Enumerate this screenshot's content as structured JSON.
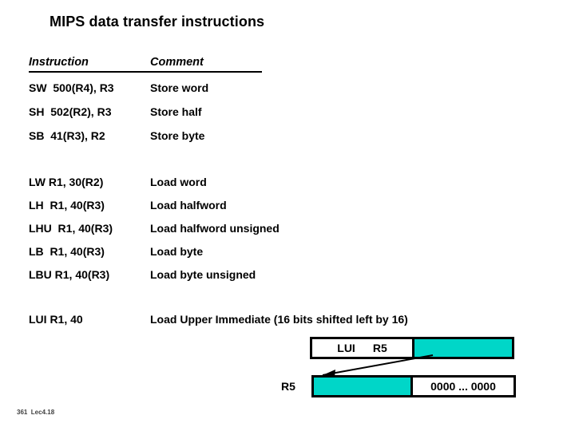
{
  "slide": {
    "title": "MIPS data transfer instructions",
    "footer": "361  Lec4.18"
  },
  "table": {
    "headers": {
      "instruction": "Instruction",
      "comment": "Comment"
    },
    "store_group": [
      {
        "instruction": "SW  500(R4), R3",
        "comment": "Store word"
      },
      {
        "instruction": "SH  502(R2), R3",
        "comment": "Store half"
      },
      {
        "instruction": "SB  41(R3), R2",
        "comment": "Store byte"
      }
    ],
    "load_group": [
      {
        "instruction": "LW R1, 30(R2)",
        "comment": "Load word"
      },
      {
        "instruction": "LH  R1, 40(R3)",
        "comment": "Load halfword"
      },
      {
        "instruction": "LHU  R1, 40(R3)",
        "comment": "Load halfword unsigned"
      },
      {
        "instruction": "LB  R1, 40(R3)",
        "comment": "Load byte"
      },
      {
        "instruction": "LBU R1, 40(R3)",
        "comment": "Load byte unsigned"
      }
    ],
    "lui_group": [
      {
        "instruction": "LUI R1, 40",
        "comment": "Load Upper Immediate (16 bits shifted left by 16)"
      }
    ]
  },
  "diagram": {
    "instruction_word": {
      "opcode_label": "LUI",
      "register_label": "R5",
      "immediate_label": ""
    },
    "register_word": {
      "name": "R5",
      "upper_label": "",
      "lower_label": "0000 ... 0000"
    },
    "colors": {
      "immediate_fill": "#00d6c8",
      "box_stroke": "#000000",
      "background": "#ffffff"
    }
  }
}
